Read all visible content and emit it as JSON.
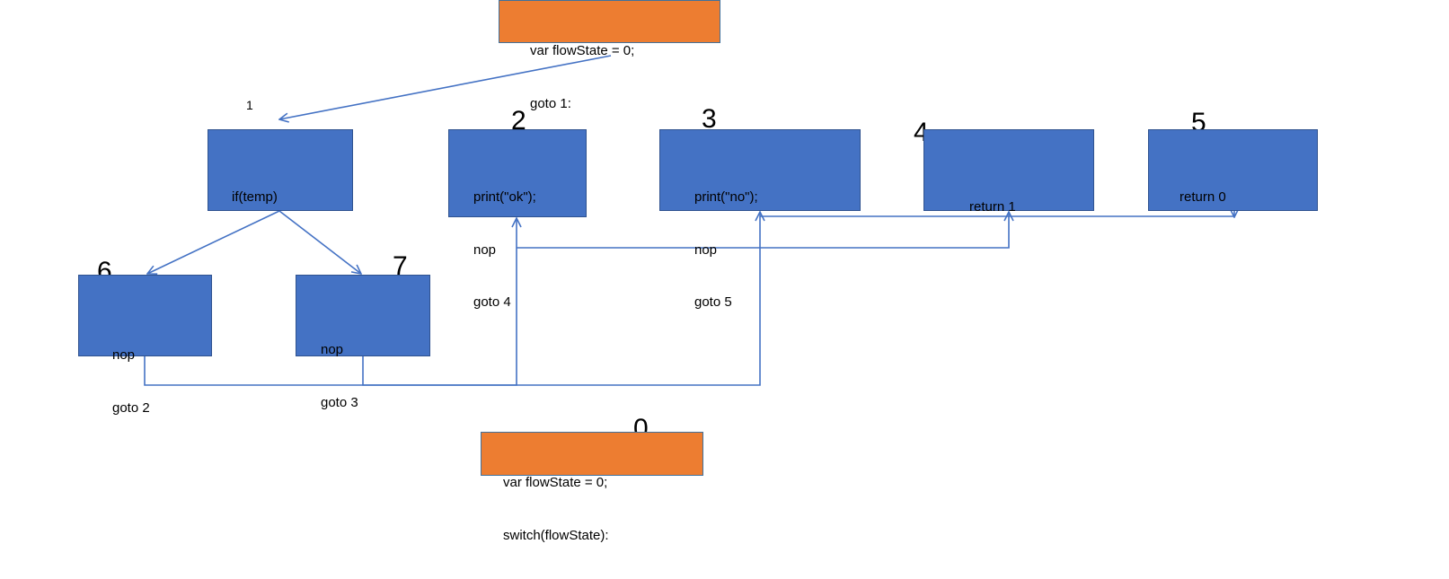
{
  "colors": {
    "block_fill": "#4472c4",
    "block_border": "#2f528f",
    "init_fill": "#ed7d31",
    "connector": "#4472c4"
  },
  "blocks": {
    "init_goto": {
      "label": "",
      "lines": [
        "var flowState = 0;",
        "goto 1:"
      ]
    },
    "b1": {
      "label": "1",
      "lines": [
        "if(temp)"
      ]
    },
    "b2": {
      "label": "2",
      "lines": [
        "print(\"ok\");",
        "nop",
        "goto 4"
      ]
    },
    "b3": {
      "label": "3",
      "lines": [
        "print(\"no\");",
        "nop",
        "goto 5"
      ]
    },
    "b4": {
      "label": "4",
      "lines": [
        "return 1"
      ]
    },
    "b5": {
      "label": "5",
      "lines": [
        "return 0"
      ]
    },
    "b6": {
      "label": "6",
      "lines": [
        "nop",
        "goto 2"
      ]
    },
    "b7": {
      "label": "7",
      "lines": [
        "nop",
        "goto 3"
      ]
    },
    "init_switch": {
      "label": "0",
      "lines": [
        "var flowState = 0;",
        "switch(flowState):"
      ]
    }
  },
  "connectors": [
    {
      "from": "init_goto",
      "to": "b1"
    },
    {
      "from": "b1",
      "to": "b6"
    },
    {
      "from": "b1",
      "to": "b7"
    },
    {
      "from": "b6",
      "to": "b2"
    },
    {
      "from": "b7",
      "to": "b3"
    },
    {
      "from": "b2",
      "to": "b4"
    },
    {
      "from": "b3",
      "to": "b5"
    }
  ]
}
